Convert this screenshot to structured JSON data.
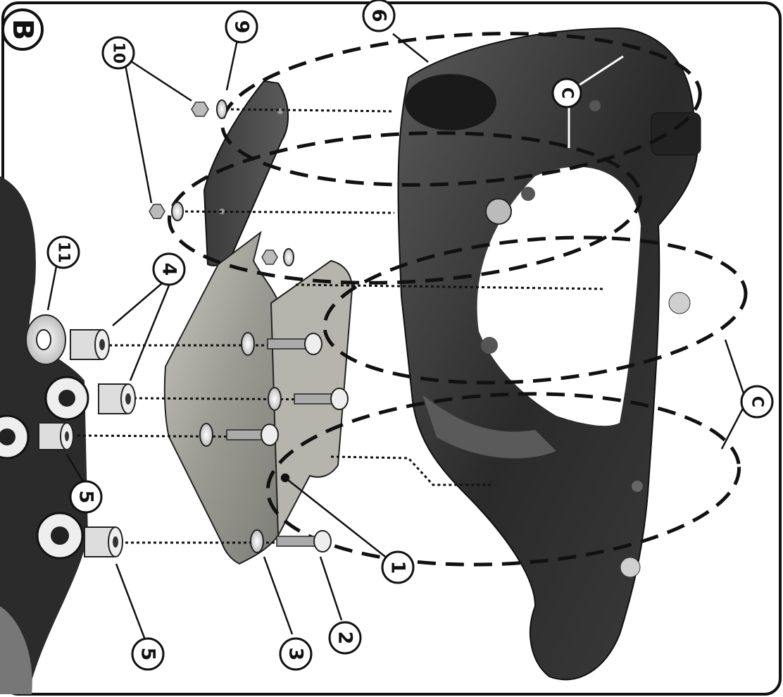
{
  "panel": {
    "label": "B"
  },
  "callouts": {
    "c1": "1",
    "c2": "2",
    "c3": "3",
    "c4": "4",
    "c5a": "5",
    "c5b": "5",
    "c6": "6",
    "c9": "9",
    "c10": "10",
    "c11": "11",
    "cc_top": "C",
    "cc_right": "C"
  },
  "colors": {
    "ink": "#111111",
    "frame_metal": "#2e2e2e",
    "plate_metal": "#9a9a94",
    "background": "#ffffff"
  }
}
